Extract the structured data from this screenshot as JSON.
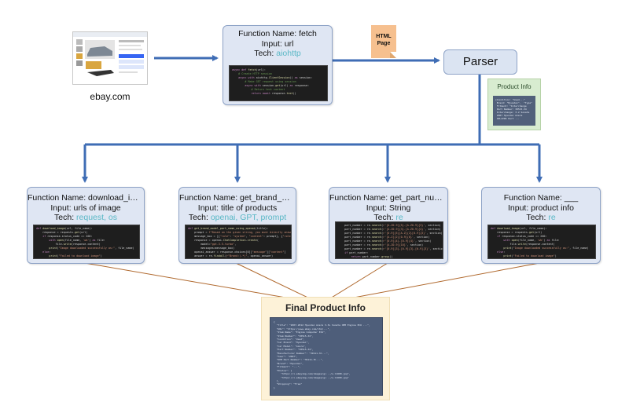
{
  "source": {
    "label": "ebay.com"
  },
  "fetch": {
    "line1": "Function Name: fetch",
    "line2": "Input: url",
    "tech_prefix": "Tech: ",
    "tech": "aiohttp"
  },
  "html_page": {
    "line1": "HTML",
    "line2": "Page"
  },
  "parser": {
    "label": "Parser"
  },
  "product_info": {
    "title": "Product Info"
  },
  "functions": [
    {
      "line1": "Function Name: download_image",
      "line2": "Input: urls of image",
      "tech_prefix": "Tech: ",
      "tech": "request, os"
    },
    {
      "line1": "Function Name: get_brand_m…",
      "line2": "Input: title of products",
      "tech_prefix": "Tech: ",
      "tech": "openai, GPT, prompt"
    },
    {
      "line1": "Function Name: get_part_number",
      "line2": "Input: String",
      "tech_prefix": "Tech: ",
      "tech": "re"
    },
    {
      "line1": "Function Name: ___",
      "line2": "Input: product info",
      "tech_prefix": "Tech: ",
      "tech": "re"
    }
  ],
  "final": {
    "title": "Final Product Info"
  },
  "colors": {
    "arrow_blue": "#3f6db5",
    "arrow_brown": "#b0692e",
    "box_fill": "#dfe6f3",
    "tech_text": "#5ab8c6"
  },
  "icons": {
    "screenshot": "ebay-listing-screenshot"
  }
}
